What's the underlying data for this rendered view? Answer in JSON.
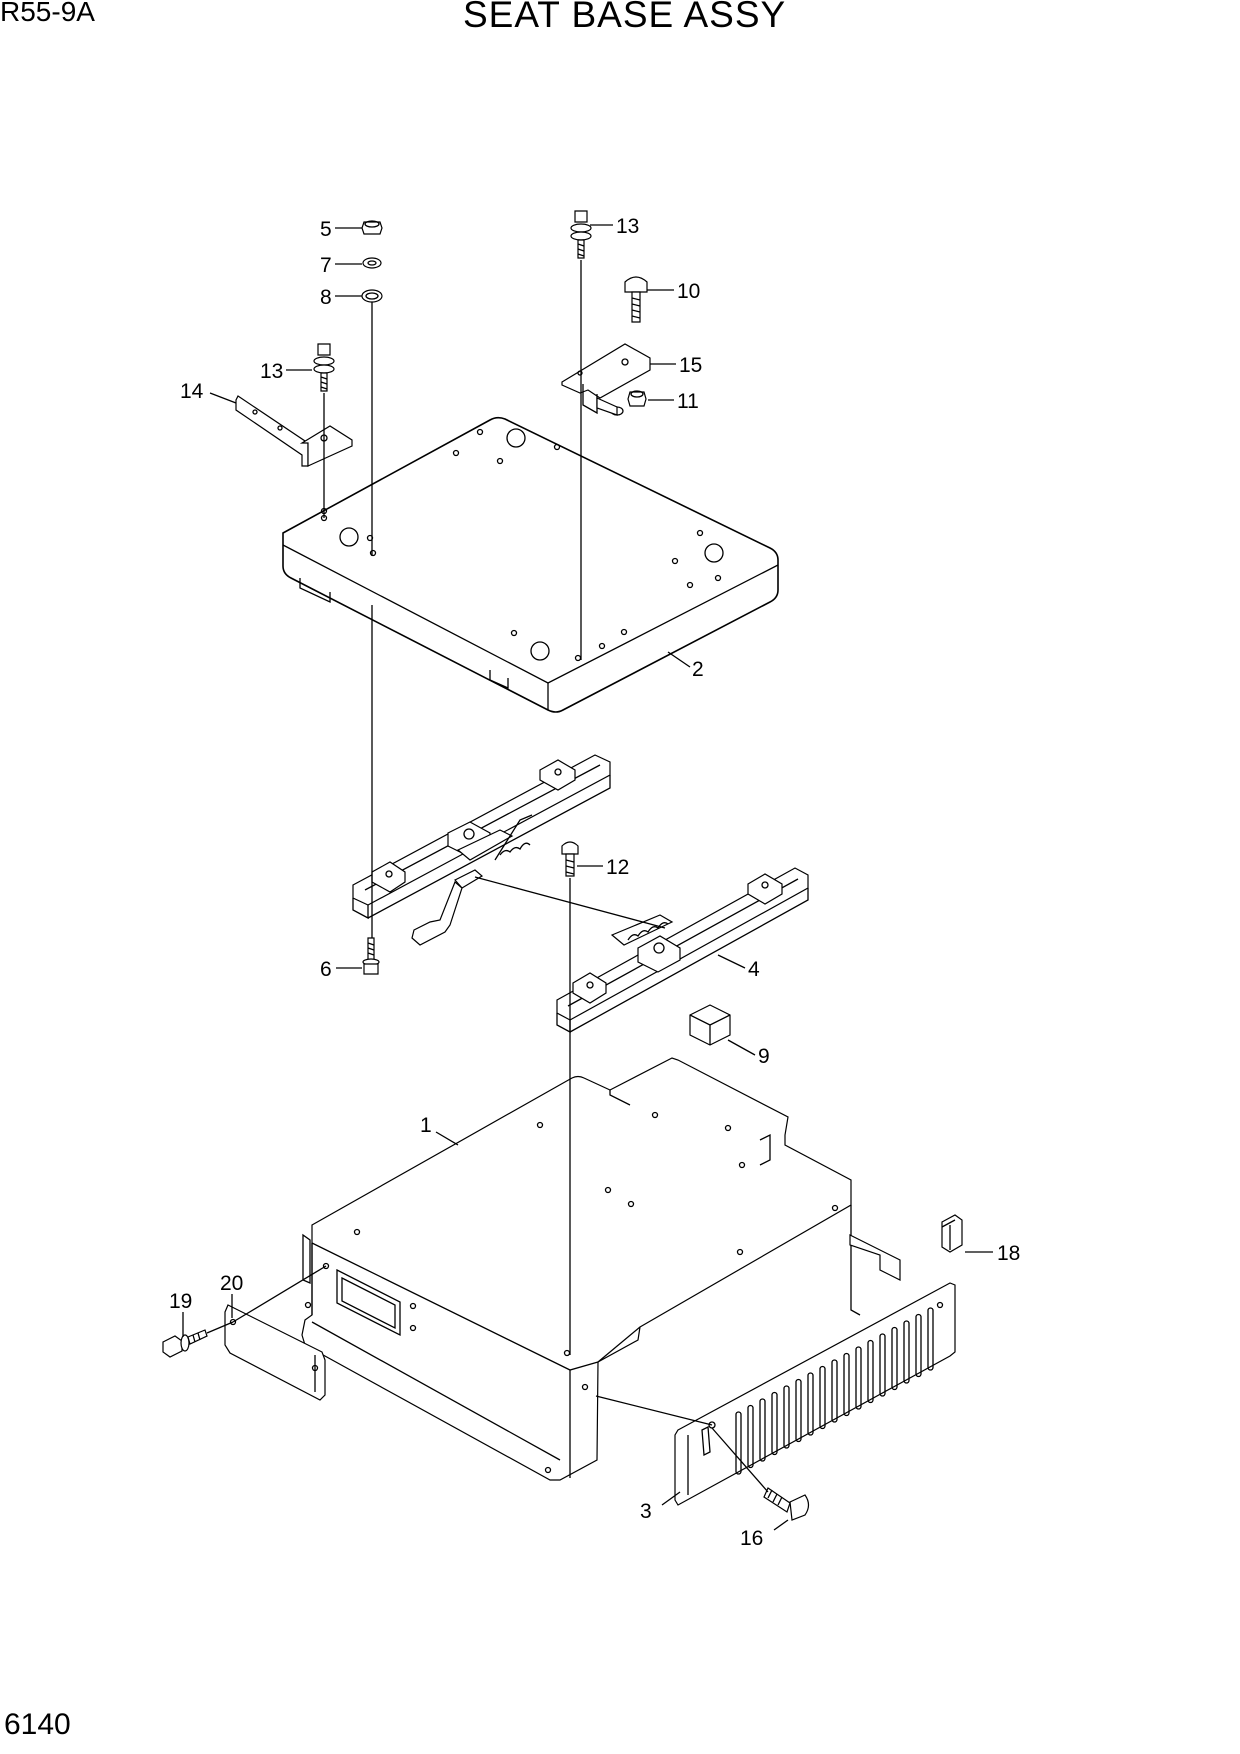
{
  "header": {
    "model": "R55-9A",
    "title": "SEAT BASE ASSY"
  },
  "footer": {
    "page_number": "6140"
  },
  "callouts": [
    {
      "id": "c5",
      "label": "5"
    },
    {
      "id": "c7",
      "label": "7"
    },
    {
      "id": "c8",
      "label": "8"
    },
    {
      "id": "c13a",
      "label": "13"
    },
    {
      "id": "c10",
      "label": "10"
    },
    {
      "id": "c13b",
      "label": "13"
    },
    {
      "id": "c15",
      "label": "15"
    },
    {
      "id": "c14",
      "label": "14"
    },
    {
      "id": "c11",
      "label": "11"
    },
    {
      "id": "c2",
      "label": "2"
    },
    {
      "id": "c12",
      "label": "12"
    },
    {
      "id": "c6",
      "label": "6"
    },
    {
      "id": "c4",
      "label": "4"
    },
    {
      "id": "c9",
      "label": "9"
    },
    {
      "id": "c1",
      "label": "1"
    },
    {
      "id": "c18",
      "label": "18"
    },
    {
      "id": "c20",
      "label": "20"
    },
    {
      "id": "c19",
      "label": "19"
    },
    {
      "id": "c3",
      "label": "3"
    },
    {
      "id": "c16",
      "label": "16"
    }
  ]
}
